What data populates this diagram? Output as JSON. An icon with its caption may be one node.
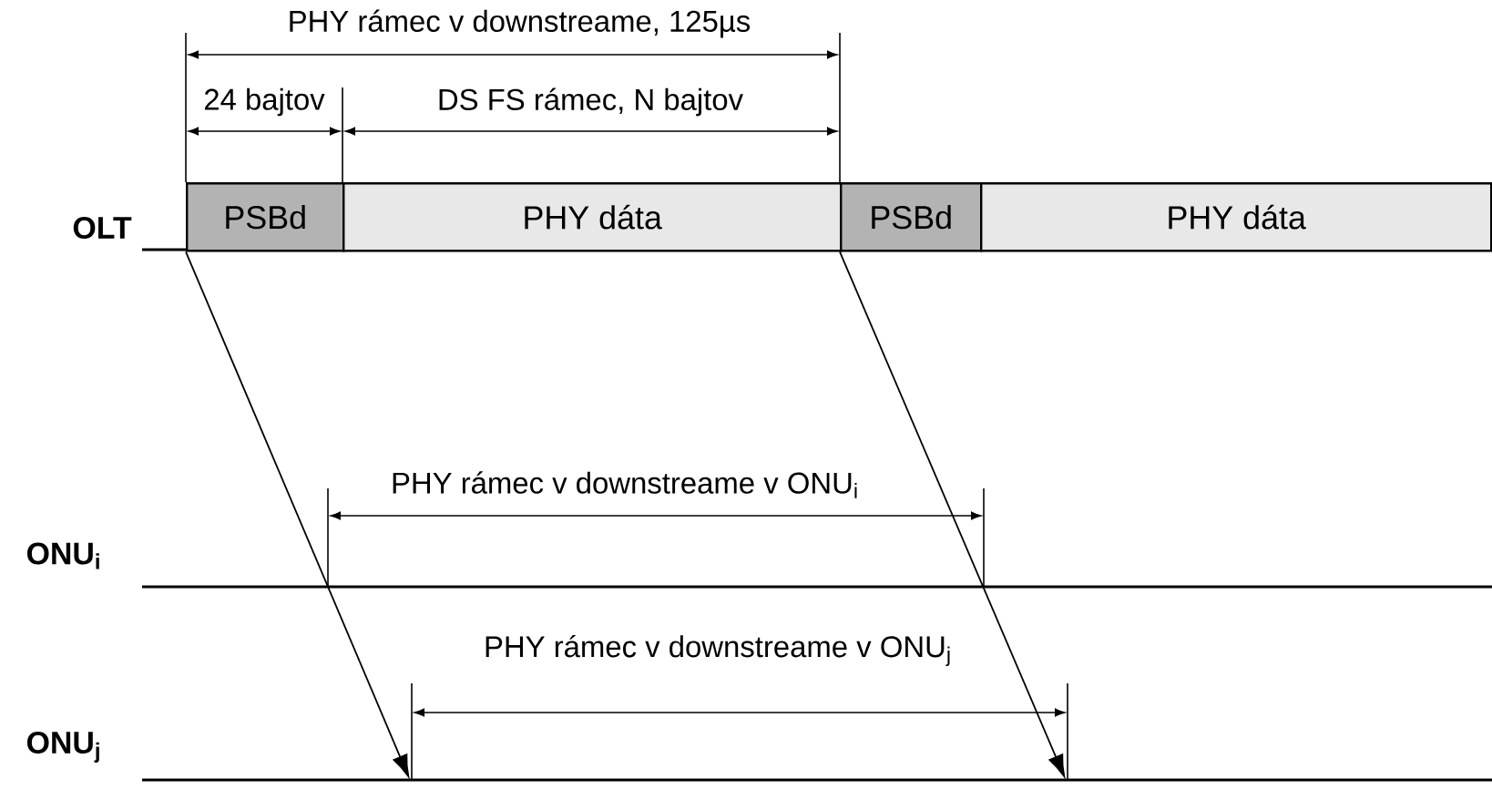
{
  "diagram": {
    "nodes": [
      {
        "text": [
          "PSBd"
        ]
      },
      {
        "text": [
          "PHY dáta"
        ]
      },
      {
        "text": [
          "PSBd"
        ]
      },
      {
        "text": [
          "PHY dáta"
        ]
      }
    ],
    "edges": [
      {
        "from": 0,
        "to": null,
        "arrow": "to"
      },
      {
        "from": 2,
        "to": null,
        "arrow": "to"
      }
    ],
    "labels": [
      "PHY rámec v downstreame, 125µs",
      "24 bajtov",
      "DS FS rámec, N bajtov",
      "OLT",
      "PHY rámec v downstreame v ONU$_{i}$",
      "ONU$_{i}$",
      "PHY rámec v downstreame v ONU$_{j}$",
      "ONU$_{j}$"
    ]
  }
}
